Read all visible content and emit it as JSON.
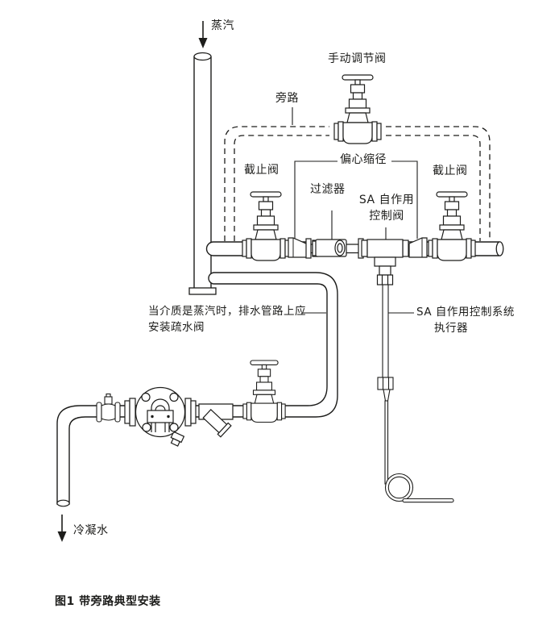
{
  "diagram": {
    "caption": "图1 带旁路典型安装",
    "labels": {
      "steam": "蒸汽",
      "manual_valve": "手动调节阀",
      "bypass": "旁路",
      "stop_valve_left": "截止阀",
      "stop_valve_right": "截止阀",
      "eccentric_reducer": "偏心缩径",
      "strainer": "过滤器",
      "sa_valve_line1": "SA 自作用",
      "sa_valve_line2": "控制阀",
      "drain_note_line1": "当介质是蒸汽时，排水管路上应",
      "drain_note_line2": "安装疏水阀",
      "actuator_line1": "SA 自作用控制系统",
      "actuator_line2": "执行器",
      "condensate": "冷凝水"
    },
    "colors": {
      "line": "#1d1d1b",
      "background": "#ffffff"
    }
  }
}
